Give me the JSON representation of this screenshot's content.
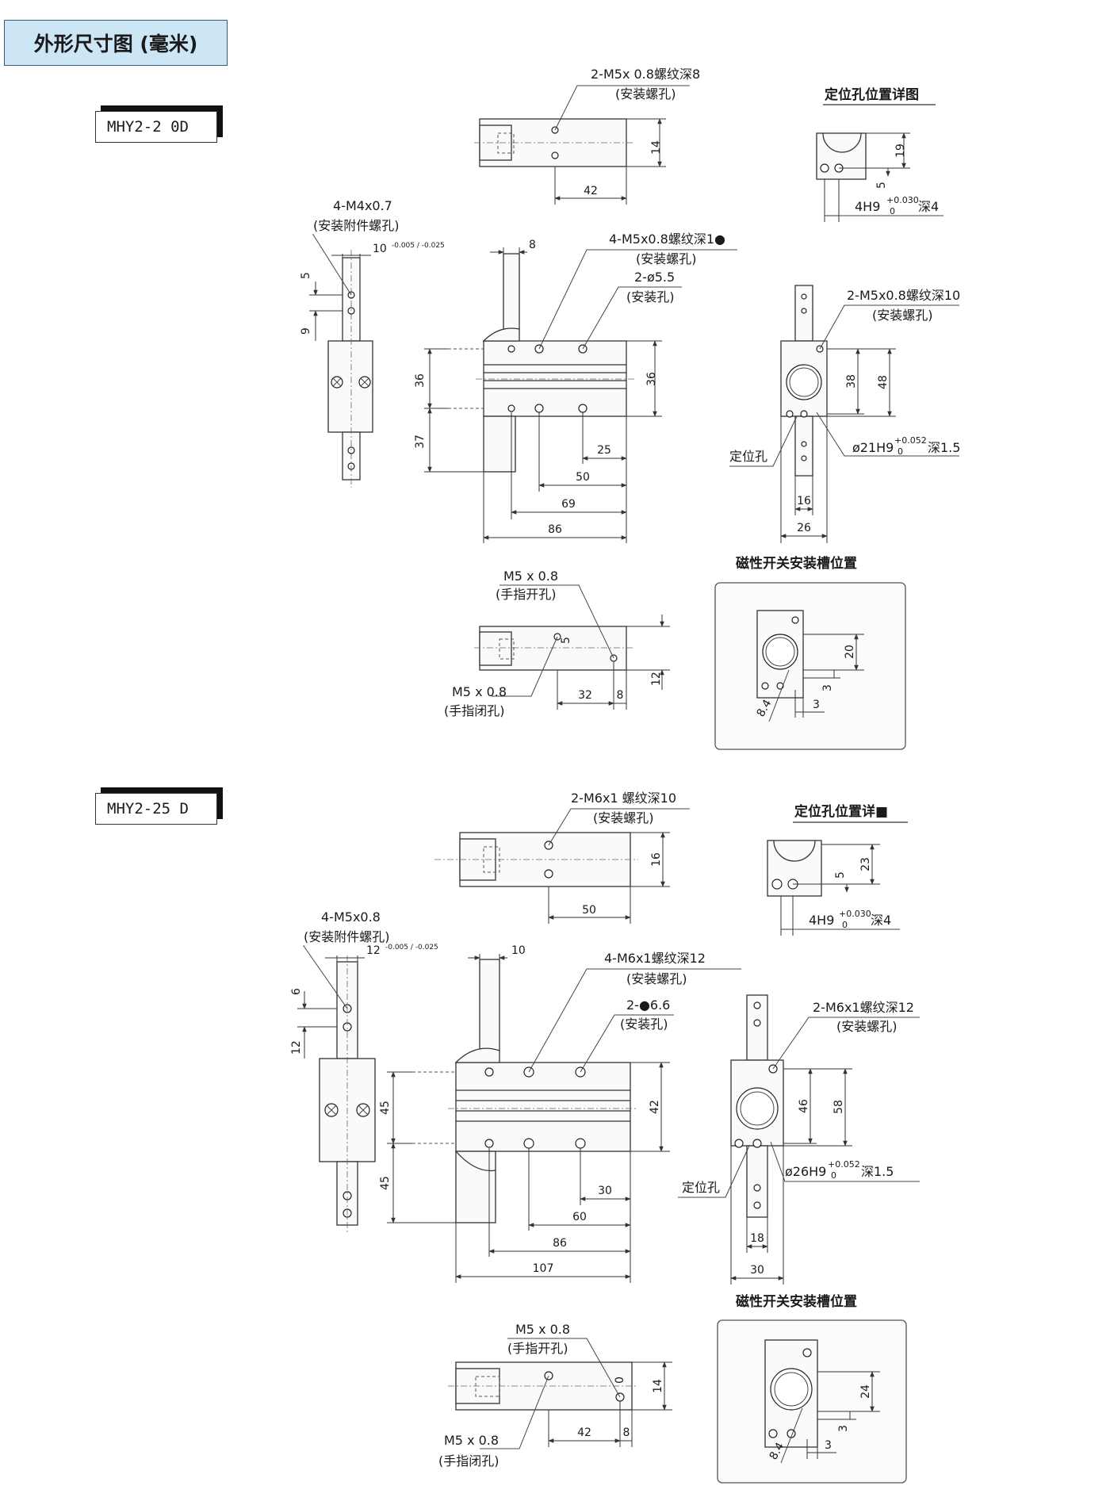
{
  "page_title": "外形尺寸图 (毫米)",
  "models": [
    {
      "name": "MHY2-2 0D",
      "top_view": {
        "thread_callout": "2-M5x 0.8螺纹深8",
        "thread_sub": "(安装螺孔)",
        "dim_height": "14",
        "dim_width": "42"
      },
      "locating_detail": {
        "heading": "定位孔位置详图",
        "dim_a": "19",
        "dim_b": "5",
        "hole_base": "4H9",
        "tol_upper": "+0.030",
        "tol_lower": "0",
        "depth": "深4"
      },
      "side_view": {
        "callout": "4-M4x0.7",
        "callout_sub": "(安装附件螺孔)",
        "finger_width": "10",
        "finger_tol": "-0.005 / -0.025",
        "dim_a": "5",
        "dim_b": "9"
      },
      "front_view": {
        "finger_dim": "8",
        "thread_callout": "4-M5x0.8螺纹深1●",
        "thread_sub": "(安装螺孔)",
        "hole_callout": "2-ø5.5",
        "hole_sub": "(安装孔)",
        "dims": [
          "36",
          "36",
          "37",
          "25",
          "50",
          "69",
          "86"
        ]
      },
      "end_view": {
        "callout": "2-M5x0.8螺纹深10",
        "callout_sub": "(安装螺孔)",
        "locating_label": "定位孔",
        "bore_base": "ø21H9",
        "bore_tol_upper": "+0.052",
        "bore_tol_lower": "0",
        "bore_depth": "深1.5",
        "dims": [
          "38",
          "48",
          "16",
          "26"
        ]
      },
      "finger_view": {
        "open_callout": "M5 x 0.8",
        "open_sub": "(手指开孔)",
        "close_callout": "M5 x 0.8",
        "close_sub": "(手指闭孔)",
        "dim_small": "5",
        "dims": [
          "12",
          "32",
          "8"
        ]
      },
      "switch_slot": {
        "heading": "磁性开关安装槽位置",
        "dims": [
          "20",
          "3",
          "3"
        ],
        "angle": "8.4"
      }
    },
    {
      "name": "MHY2-25 D",
      "top_view": {
        "thread_callout": "2-M6x1 螺纹深10",
        "thread_sub": "(安装螺孔)",
        "dim_height": "16",
        "dim_width": "50"
      },
      "locating_detail": {
        "heading": "定位孔位置详■",
        "dim_a": "23",
        "dim_b": "5",
        "hole_base": "4H9",
        "tol_upper": "+0.030",
        "tol_lower": "0",
        "depth": "深4"
      },
      "side_view": {
        "callout": "4-M5x0.8",
        "callout_sub": "(安装附件螺孔)",
        "finger_width": "12",
        "finger_tol": "-0.005 / -0.025",
        "dim_a": "6",
        "dim_b": "12"
      },
      "front_view": {
        "finger_dim": "10",
        "thread_callout": "4-M6x1螺纹深12",
        "thread_sub": "(安装螺孔)",
        "hole_callout": "2-●6.6",
        "hole_sub": "(安装孔)",
        "dims": [
          "45",
          "42",
          "45",
          "30",
          "60",
          "86",
          "107"
        ]
      },
      "end_view": {
        "callout": "2-M6x1螺纹深12",
        "callout_sub": "(安装螺孔)",
        "locating_label": "定位孔",
        "bore_base": "ø26H9",
        "bore_tol_upper": "+0.052",
        "bore_tol_lower": "0",
        "bore_depth": "深1.5",
        "dims": [
          "46",
          "58",
          "18",
          "30"
        ]
      },
      "finger_view": {
        "open_callout": "M5 x 0.8",
        "open_sub": "(手指开孔)",
        "close_callout": "M5 x 0.8",
        "close_sub": "(手指闭孔)",
        "dim_small": "0",
        "dims": [
          "14",
          "42",
          "8"
        ]
      },
      "switch_slot": {
        "heading": "磁性开关安装槽位置",
        "dims": [
          "24",
          "3",
          "3"
        ],
        "angle": "8.4"
      }
    }
  ]
}
